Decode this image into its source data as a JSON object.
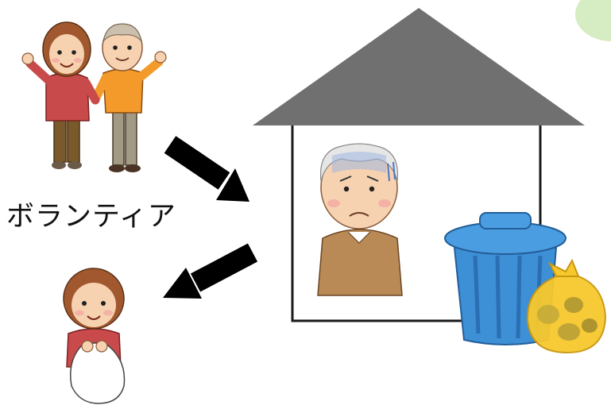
{
  "labels": {
    "volunteer": "ボランティア"
  },
  "colors": {
    "roof": "#707070",
    "house_outline": "#1a1a1a",
    "arrow": "#000000",
    "trash_can": "#3d8fd6",
    "garbage_bag_yellow": "#f7c82d",
    "garbage_bag_white": "#ffffff",
    "corner_leaf": "#cfe9b8"
  },
  "icons": [
    "volunteer-couple-figure",
    "worried-elderly-man-figure",
    "woman-carrying-garbage-bag-figure",
    "blue-trash-can-icon",
    "yellow-garbage-bag-icon",
    "arrow-right-down-icon",
    "arrow-left-down-icon"
  ]
}
